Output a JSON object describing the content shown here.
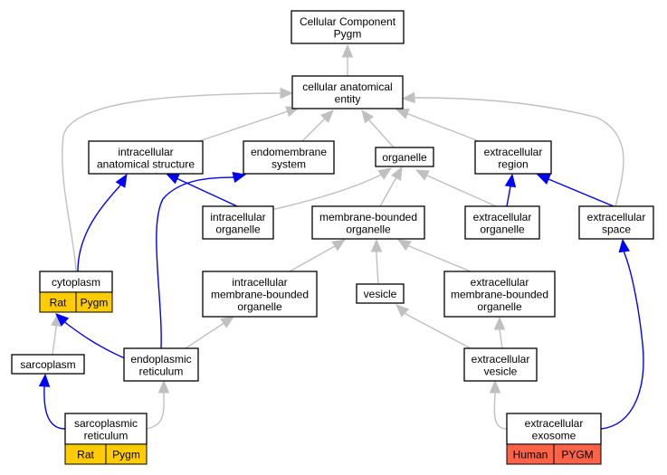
{
  "colors": {
    "gray_edge": "#c0c0c0",
    "blue_edge": "#0000ff",
    "rat_cell": "#ffcc00",
    "human_cell": "#ff6347"
  },
  "nodes": {
    "cc": {
      "lines": [
        "Cellular Component",
        "Pygm"
      ]
    },
    "cae": {
      "lines": [
        "cellular anatomical",
        "entity"
      ]
    },
    "ias": {
      "lines": [
        "intracellular",
        "anatomical structure"
      ]
    },
    "ems": {
      "lines": [
        "endomembrane",
        "system"
      ]
    },
    "org": {
      "lines": [
        "organelle"
      ]
    },
    "ecr": {
      "lines": [
        "extracellular",
        "region"
      ]
    },
    "io": {
      "lines": [
        "intracellular",
        "organelle"
      ]
    },
    "mbo": {
      "lines": [
        "membrane-bounded",
        "organelle"
      ]
    },
    "eco": {
      "lines": [
        "extracellular",
        "organelle"
      ]
    },
    "ecs": {
      "lines": [
        "extracellular",
        "space"
      ]
    },
    "cyto": {
      "lines": [
        "cytoplasm"
      ],
      "cells": [
        "Rat",
        "Pygm"
      ]
    },
    "imbo": {
      "lines": [
        "intracellular",
        "membrane-bounded",
        "organelle"
      ]
    },
    "ves": {
      "lines": [
        "vesicle"
      ]
    },
    "embo": {
      "lines": [
        "extracellular",
        "membrane-bounded",
        "organelle"
      ]
    },
    "sarco": {
      "lines": [
        "sarcoplasm"
      ]
    },
    "er": {
      "lines": [
        "endoplasmic",
        "reticulum"
      ]
    },
    "ecv": {
      "lines": [
        "extracellular",
        "vesicle"
      ]
    },
    "sr": {
      "lines": [
        "sarcoplasmic",
        "reticulum"
      ],
      "cells": [
        "Rat",
        "Pygm"
      ]
    },
    "exo": {
      "lines": [
        "extracellular",
        "exosome"
      ],
      "cells": [
        "Human",
        "PYGM"
      ]
    }
  },
  "edges": [
    {
      "from": "cae",
      "to": "cc",
      "color": "gray"
    },
    {
      "from": "ias",
      "to": "cae",
      "color": "gray"
    },
    {
      "from": "ems",
      "to": "cae",
      "color": "gray"
    },
    {
      "from": "org",
      "to": "cae",
      "color": "gray"
    },
    {
      "from": "ecr",
      "to": "cae",
      "color": "gray"
    },
    {
      "from": "cyto",
      "to": "cae",
      "color": "gray"
    },
    {
      "from": "ecs",
      "to": "cae",
      "color": "gray"
    },
    {
      "from": "io",
      "to": "ias",
      "color": "blue"
    },
    {
      "from": "io",
      "to": "org",
      "color": "gray"
    },
    {
      "from": "mbo",
      "to": "org",
      "color": "gray"
    },
    {
      "from": "eco",
      "to": "org",
      "color": "gray"
    },
    {
      "from": "eco",
      "to": "ecr",
      "color": "blue"
    },
    {
      "from": "ecs",
      "to": "ecr",
      "color": "blue"
    },
    {
      "from": "cyto",
      "to": "ias",
      "color": "blue"
    },
    {
      "from": "er",
      "to": "ems",
      "color": "blue"
    },
    {
      "from": "imbo",
      "to": "mbo",
      "color": "gray"
    },
    {
      "from": "ves",
      "to": "mbo",
      "color": "gray"
    },
    {
      "from": "embo",
      "to": "mbo",
      "color": "gray"
    },
    {
      "from": "sarco",
      "to": "cyto",
      "color": "gray"
    },
    {
      "from": "er",
      "to": "cyto",
      "color": "blue"
    },
    {
      "from": "er",
      "to": "imbo",
      "color": "gray"
    },
    {
      "from": "ecv",
      "to": "ves",
      "color": "gray"
    },
    {
      "from": "ecv",
      "to": "embo",
      "color": "gray"
    },
    {
      "from": "sr",
      "to": "sarco",
      "color": "blue"
    },
    {
      "from": "sr",
      "to": "er",
      "color": "gray"
    },
    {
      "from": "exo",
      "to": "ecv",
      "color": "gray"
    },
    {
      "from": "exo",
      "to": "ecs",
      "color": "blue"
    }
  ]
}
